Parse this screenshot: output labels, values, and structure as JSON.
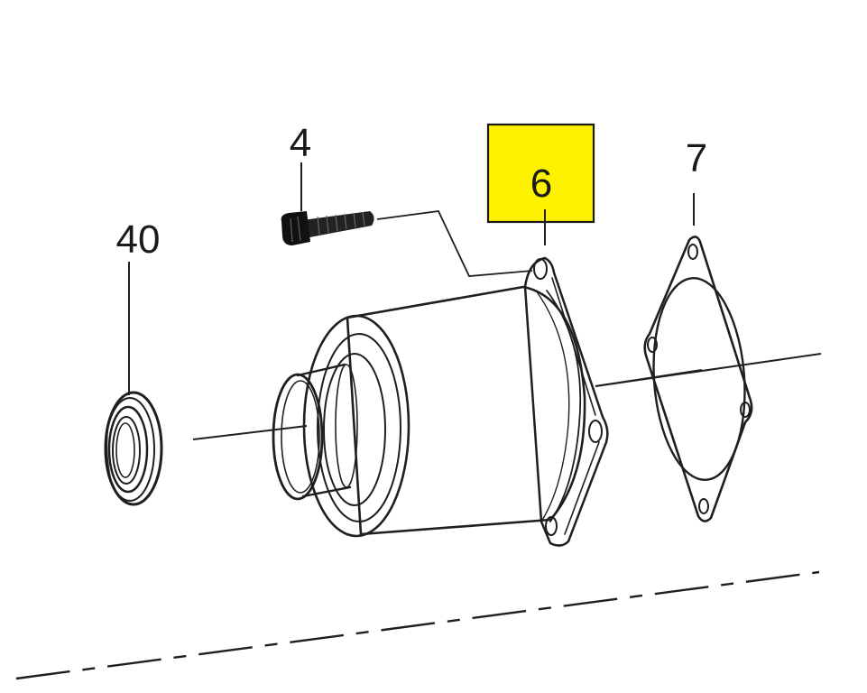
{
  "callouts": {
    "seal": "40",
    "screw": "4",
    "housing": "6",
    "gasket": "7"
  },
  "highlight": {
    "target": "housing",
    "color": "#fff200"
  }
}
